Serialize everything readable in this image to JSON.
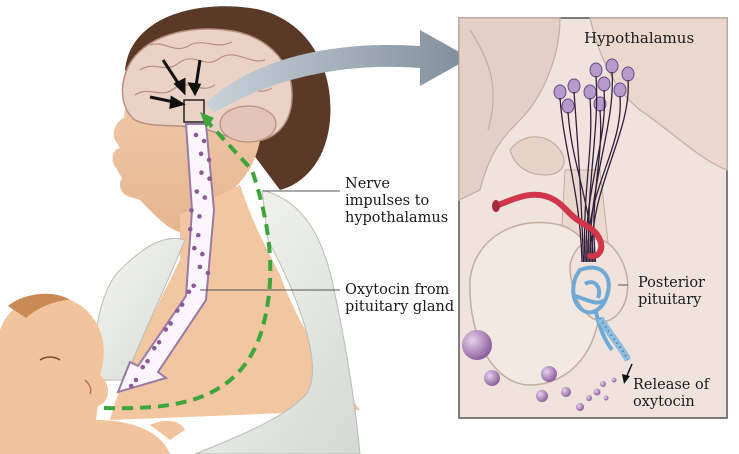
{
  "labels": {
    "hypothalamus": "Hypothalamus",
    "nerve_impulses": [
      "Nerve",
      "impulses to",
      "hypothalamus"
    ],
    "oxytocin_from": [
      "Oxytocin from",
      "pituitary gland"
    ],
    "posterior_pituitary": [
      "Posterior",
      "pituitary"
    ],
    "release_of": [
      "Release of",
      "oxytocin"
    ]
  },
  "colors": {
    "skin": "#f0c9a4",
    "skin_shadow": "#d9a27f",
    "hair": "#5a3a26",
    "gown": "#eef0ea",
    "brain": "#e9cfc3",
    "neural_path": "#9a7aa6",
    "nerve_dash": "#3ca63a",
    "hormone_dot": "#8a5a98",
    "vein": "#d0354a",
    "capillary": "#6fa9d6",
    "panel_bg": "#efe4dd",
    "arrow": "#8c9aa6"
  }
}
